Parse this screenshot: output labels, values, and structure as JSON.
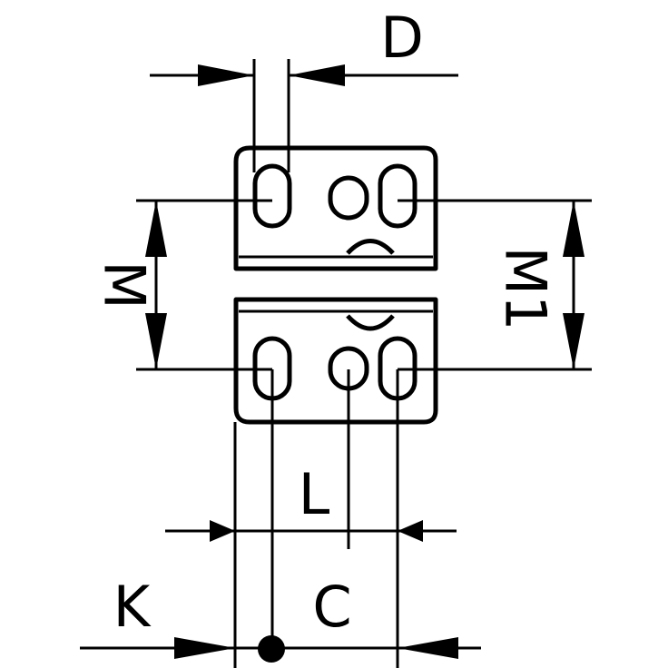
{
  "drawing": {
    "labels": {
      "d": "D",
      "m": "M",
      "m1": "M1",
      "l": "L",
      "c": "C",
      "k": "K"
    }
  }
}
